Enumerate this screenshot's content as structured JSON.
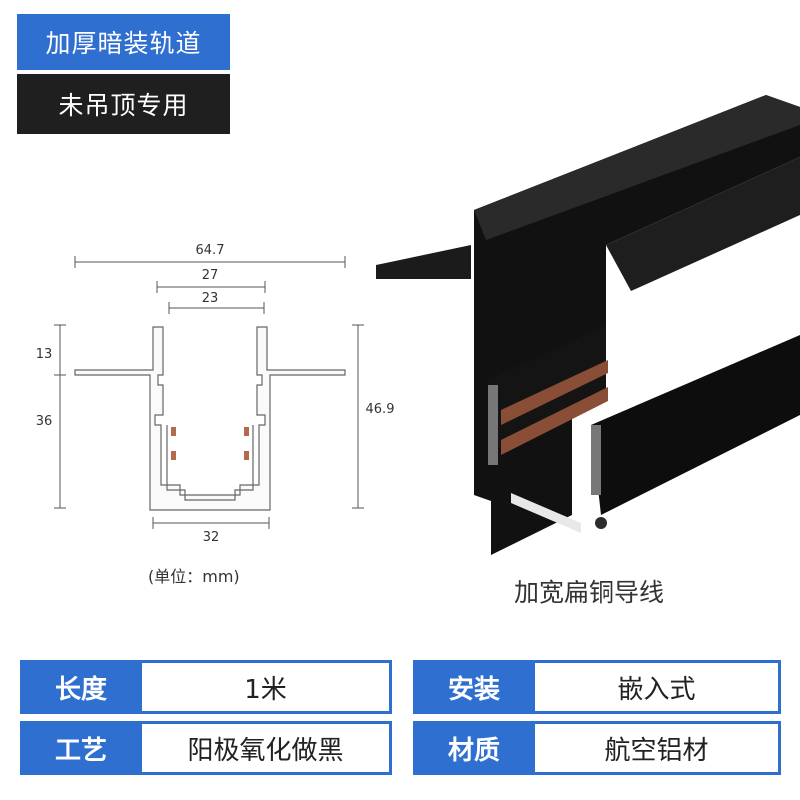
{
  "badges": {
    "title": "加厚暗装轨道",
    "subtitle": "未吊顶专用"
  },
  "dimensions": {
    "overall_width": "64.7",
    "opening_outer": "27",
    "opening_inner": "23",
    "flange_height": "13",
    "body_height": "36",
    "total_height": "46.9",
    "bottom_width": "32",
    "unit_note": "(单位：mm)"
  },
  "feature": "加宽扁铜导线",
  "specs": [
    {
      "label": "长度",
      "value": "1米"
    },
    {
      "label": "安装",
      "value": "嵌入式"
    },
    {
      "label": "工艺",
      "value": "阳极氧化做黑"
    },
    {
      "label": "材质",
      "value": "航空铝材"
    }
  ],
  "colors": {
    "accent_blue": "#2f6fd0",
    "dark": "#1f1f1f",
    "copper": "#b26a4a"
  }
}
